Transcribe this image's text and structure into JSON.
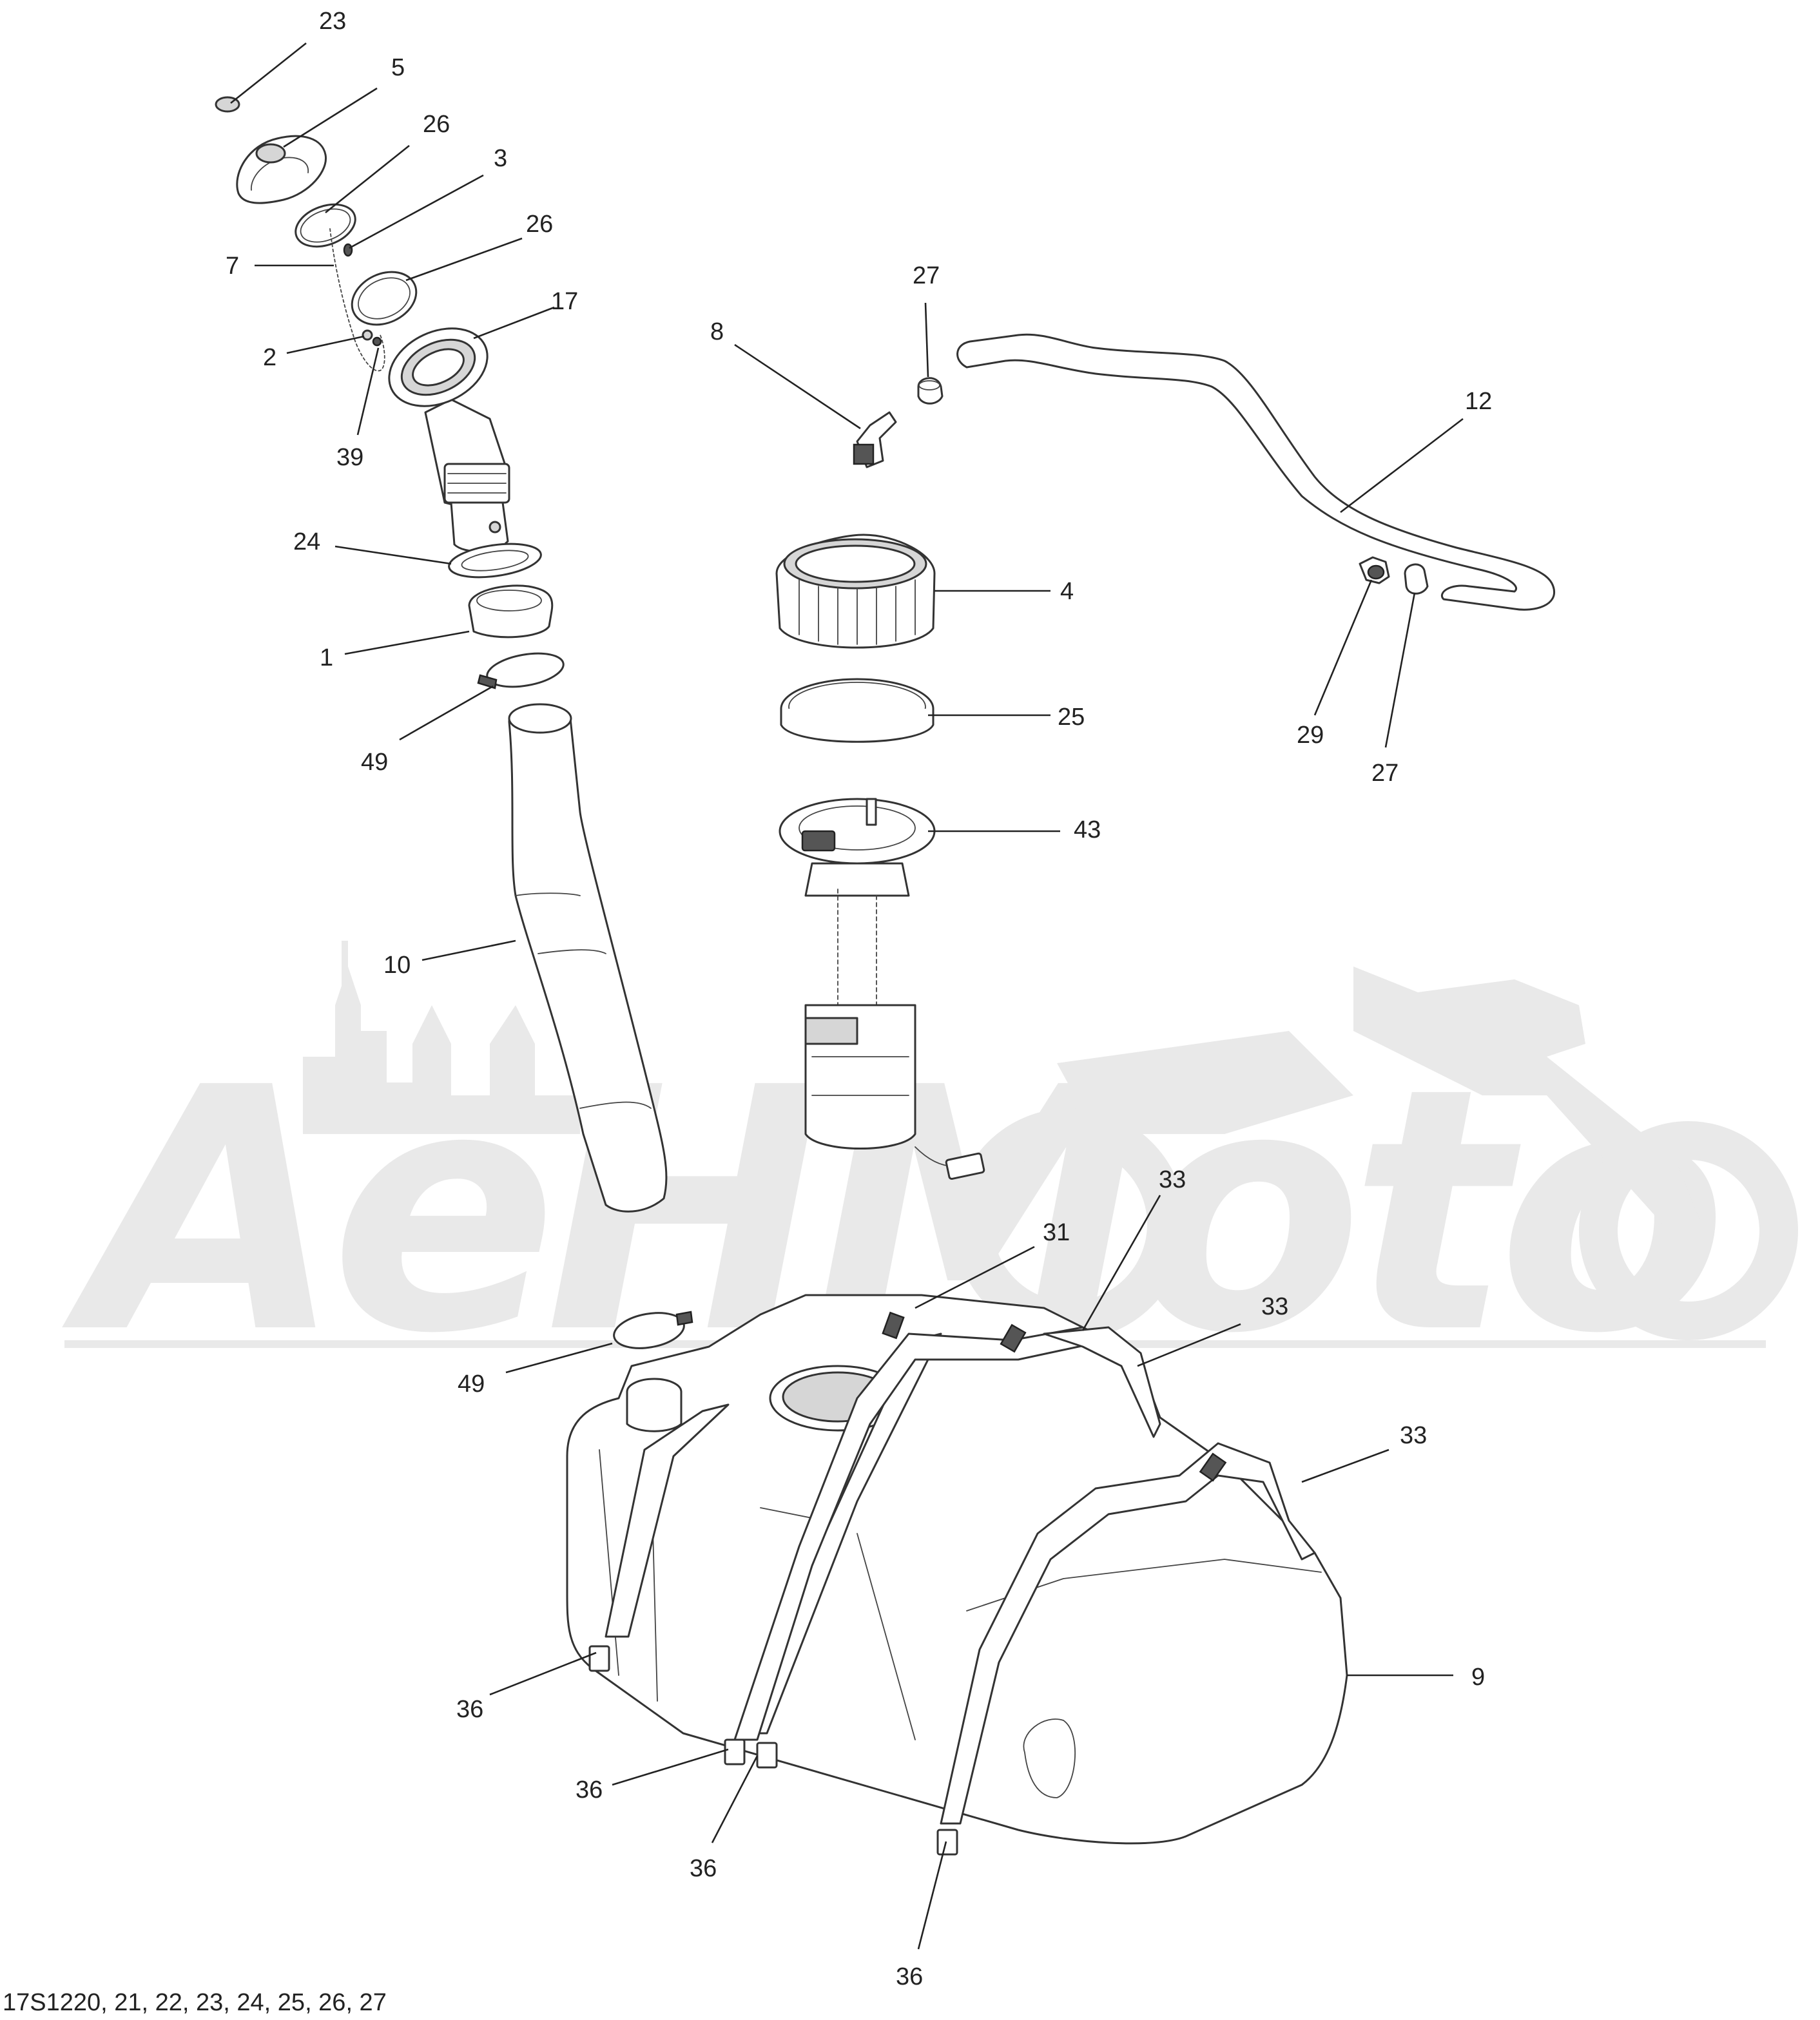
{
  "callouts": [
    {
      "id": "23",
      "label": "23"
    },
    {
      "id": "5",
      "label": "5"
    },
    {
      "id": "26a",
      "label": "26"
    },
    {
      "id": "3",
      "label": "3"
    },
    {
      "id": "26b",
      "label": "26"
    },
    {
      "id": "7",
      "label": "7"
    },
    {
      "id": "17",
      "label": "17"
    },
    {
      "id": "2",
      "label": "2"
    },
    {
      "id": "39",
      "label": "39"
    },
    {
      "id": "24",
      "label": "24"
    },
    {
      "id": "1",
      "label": "1"
    },
    {
      "id": "49a",
      "label": "49"
    },
    {
      "id": "10",
      "label": "10"
    },
    {
      "id": "27a",
      "label": "27"
    },
    {
      "id": "8",
      "label": "8"
    },
    {
      "id": "12",
      "label": "12"
    },
    {
      "id": "4",
      "label": "4"
    },
    {
      "id": "25",
      "label": "25"
    },
    {
      "id": "43",
      "label": "43"
    },
    {
      "id": "29",
      "label": "29"
    },
    {
      "id": "27b",
      "label": "27"
    },
    {
      "id": "33a",
      "label": "33"
    },
    {
      "id": "31",
      "label": "31"
    },
    {
      "id": "33b",
      "label": "33"
    },
    {
      "id": "33c",
      "label": "33"
    },
    {
      "id": "49b",
      "label": "49"
    },
    {
      "id": "9",
      "label": "9"
    },
    {
      "id": "36a",
      "label": "36"
    },
    {
      "id": "36b",
      "label": "36"
    },
    {
      "id": "36c",
      "label": "36"
    },
    {
      "id": "36d",
      "label": "36"
    }
  ],
  "footer": {
    "reference": "17S1220, 21, 22, 23, 24, 25, 26, 27"
  },
  "watermark": {
    "text": "AeHMoto"
  }
}
